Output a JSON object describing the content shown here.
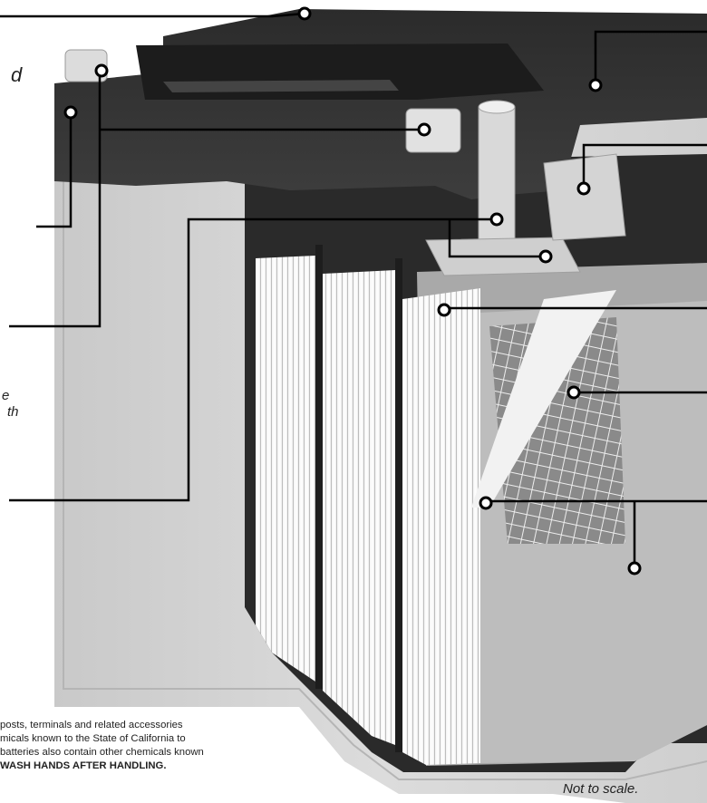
{
  "fragments": {
    "frag1": "d",
    "frag2": "e",
    "frag3": "th"
  },
  "warning": {
    "line1": "posts, terminals and related accessories",
    "line2": "micals known to the State of California to",
    "line3": "batteries also contain other chemicals known",
    "line4": "WASH HANDS AFTER HANDLING."
  },
  "note": "Not to scale."
}
